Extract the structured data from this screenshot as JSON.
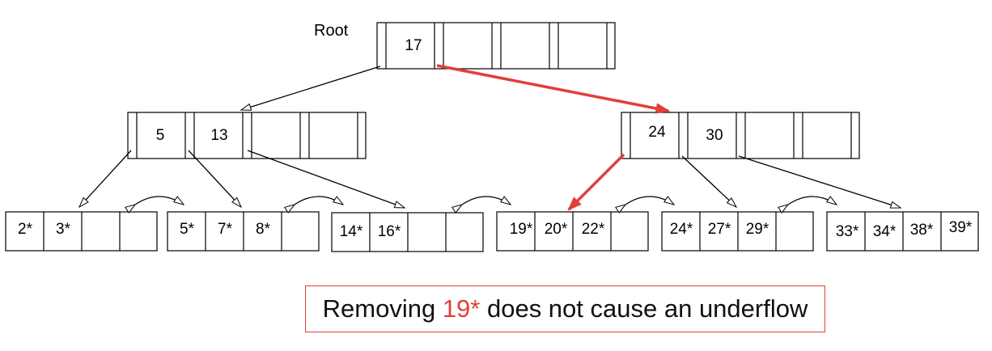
{
  "root_label": "Root",
  "root": {
    "keys": [
      "17",
      "",
      "",
      ""
    ]
  },
  "internal": [
    {
      "keys": [
        "5",
        "13",
        "",
        ""
      ]
    },
    {
      "keys": [
        "24",
        "30",
        "",
        ""
      ]
    }
  ],
  "leaves": [
    {
      "keys": [
        "2*",
        "3*",
        "",
        ""
      ]
    },
    {
      "keys": [
        "5*",
        "7*",
        "8*",
        ""
      ]
    },
    {
      "keys": [
        "14*",
        "16*",
        "",
        ""
      ]
    },
    {
      "keys": [
        "19*",
        "20*",
        "22*",
        ""
      ]
    },
    {
      "keys": [
        "24*",
        "27*",
        "29*",
        ""
      ]
    },
    {
      "keys": [
        "33*",
        "34*",
        "38*",
        "39*"
      ]
    }
  ],
  "caption": {
    "before": "Removing ",
    "highlight": "19*",
    "after": " does not cause an underflow"
  },
  "colors": {
    "path": "#e0403a",
    "line": "#000000",
    "caption_border": "#e0403a"
  }
}
